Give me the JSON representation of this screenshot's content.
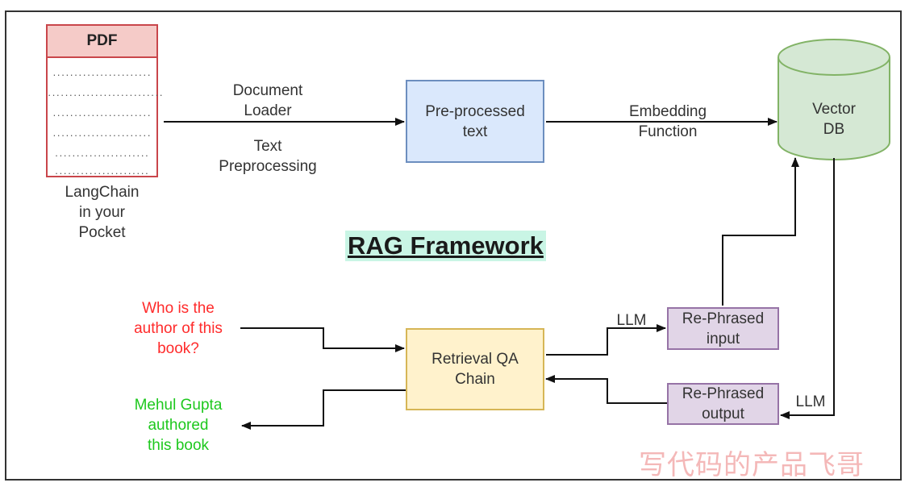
{
  "pdf": {
    "header": "PDF",
    "caption": "LangChain\nin your\nPocket"
  },
  "labels": {
    "loader": "Document\nLoader",
    "text_preprocessing": "Text\nPreprocessing",
    "embedding": "Embedding\nFunction",
    "llm_top": "LLM",
    "llm_bottom": "LLM"
  },
  "nodes": {
    "preprocessed": "Pre-processed\ntext",
    "vector_db": "Vector\nDB",
    "retrieval": "Retrieval QA\nChain",
    "rephrased_input": "Re-Phrased\ninput",
    "rephrased_output": "Re-Phrased\noutput"
  },
  "title": "RAG Framework",
  "question": "Who is the\nauthor of this\nbook?",
  "answer": "Mehul Gupta\nauthored\nthis book",
  "watermark": "写代码的产品飞哥",
  "colors": {
    "pdf_border": "#c9464b",
    "pdf_header": "#f5cbc8",
    "preprocessed_fill": "#dae8fc",
    "vector_db_fill": "#d5e8d4",
    "retrieval_fill": "#fff2cc",
    "rephrased_fill": "#e1d5e7",
    "title_highlight": "#c9f5e5",
    "question_text": "#ff2b2b",
    "answer_text": "#1ec81e"
  }
}
